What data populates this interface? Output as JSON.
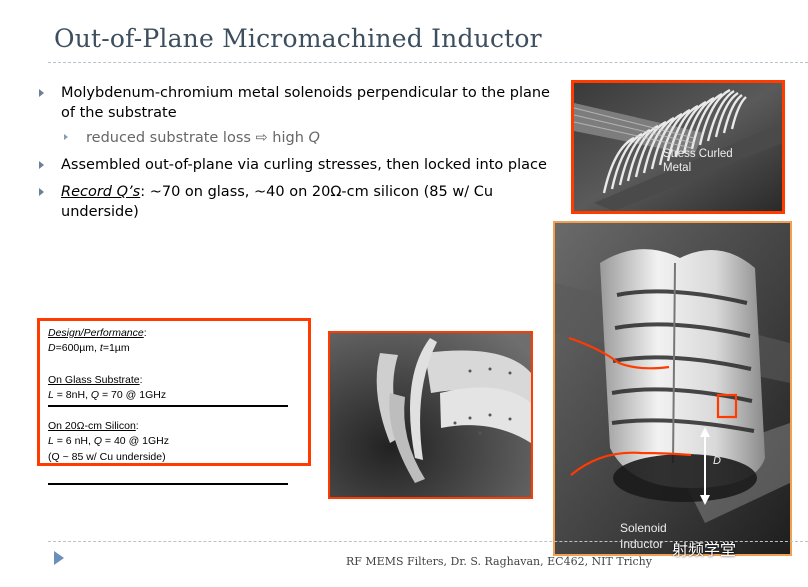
{
  "title": "Out-of-Plane Micromachined Inductor",
  "bullets": {
    "b1_line1": "Molybdenum-chromium metal solenoids perpendicular to the plane",
    "b1_line2": "of the substrate",
    "sub1_text": "reduced substrate loss ⇨ high ",
    "sub1_q": "Q",
    "b2": "Assembled out-of-plane via curling stresses, then locked into place",
    "b3_em": "Record Q’s",
    "b3_rest": ": ~70 on glass, ~40 on 20Ω-cm silicon (85 w/ Cu",
    "b3_line2": "underside)"
  },
  "spec": {
    "heading": "Design/Performance",
    "heading_colon": ":",
    "line_d_label": "D",
    "line_d_rest": "=600µm, ",
    "line_t_label": "t",
    "line_t_rest": "=1µm",
    "glass_heading": "On Glass Substrate",
    "glass_colon": ":",
    "glass_L": "L",
    "glass_L_rest": " = 8nH, ",
    "glass_Q": "Q",
    "glass_Q_rest": " = 70 @ 1GHz",
    "si_heading": "On 20Ω-cm Silicon",
    "si_colon": ":",
    "si_L": "L",
    "si_L_rest": " = 6 nH, ",
    "si_Q": "Q",
    "si_Q_rest": " = 40 @ 1GHz",
    "cu_line": "(Q ~ 85 w/ Cu underside)"
  },
  "photos": {
    "curled_label_1": "Stress Curled",
    "curled_label_2": "Metal",
    "main_label_1": "Solenoid",
    "main_label_2": "Inductor",
    "main_dim": "D"
  },
  "footer": "RF MEMS Filters, Dr. S. Raghavan, EC462, NIT Trichy",
  "watermark": "射频学堂",
  "colors": {
    "accent": "#ff3b00",
    "title": "#3d4e5e",
    "bullet": "#6b7f96"
  }
}
